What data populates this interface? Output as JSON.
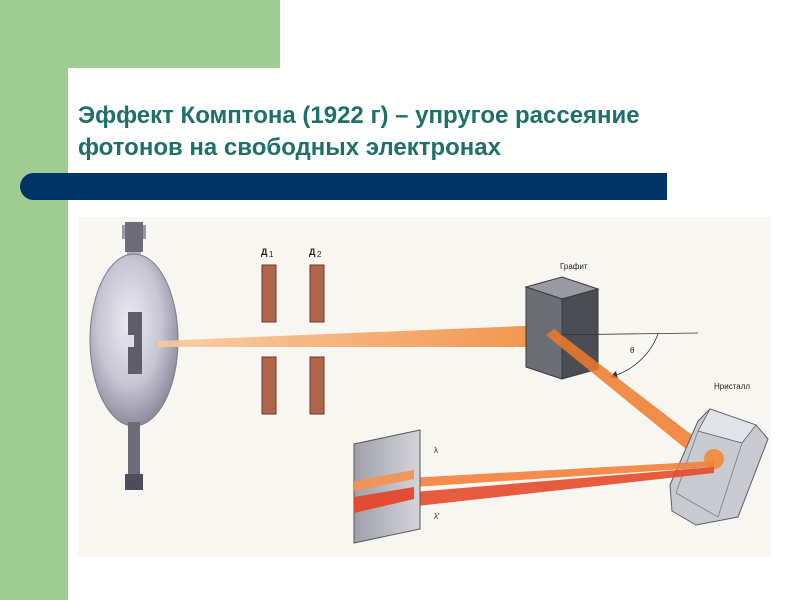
{
  "slide": {
    "title_line1": "Эффект Комптона (1922 г) – упругое рассеяние",
    "title_line2": "фотонов на свободных электронах"
  },
  "diagram": {
    "labels": {
      "diaphragm1": "Д",
      "diaphragm1_sub": "1",
      "diaphragm2": "Д",
      "diaphragm2_sub": "2",
      "graphite": "Графит",
      "theta": "θ",
      "crystal": "Нристалл",
      "lambda": "λ",
      "lambda_prime": "λ'"
    }
  },
  "colors": {
    "green": "#a0cc94",
    "navy": "#003366",
    "title_teal": "#1f6f6a",
    "beam": "#f07a2a"
  },
  "icons": [
    "xray-tube-icon",
    "graphite-block-icon",
    "crystal-icon",
    "detector-screen-icon"
  ]
}
